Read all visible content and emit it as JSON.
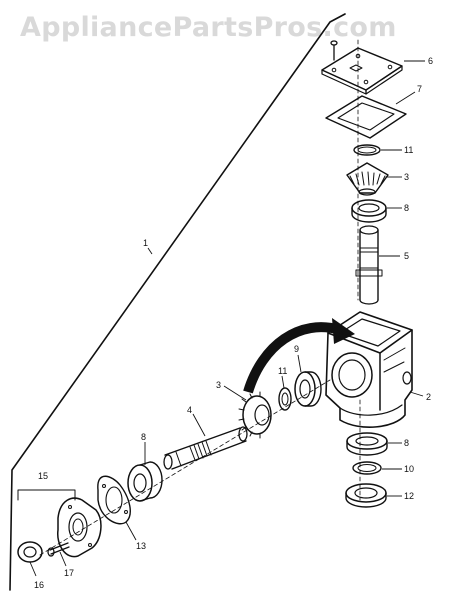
{
  "watermark": "AppliancePartsPros.com",
  "callouts": {
    "c1": "1",
    "c2": "2",
    "c3a": "3",
    "c3b": "3",
    "c4": "4",
    "c5": "5",
    "c6": "6",
    "c7": "7",
    "c8a": "8",
    "c8b": "8",
    "c8c": "8",
    "c9": "9",
    "c10": "10",
    "c11a": "11",
    "c11b": "11",
    "c12": "12",
    "c13": "13",
    "c15": "15",
    "c16": "16",
    "c17": "17"
  },
  "colors": {
    "ink": "#111111",
    "watermark": "#d9d9d9",
    "background": "#ffffff"
  }
}
